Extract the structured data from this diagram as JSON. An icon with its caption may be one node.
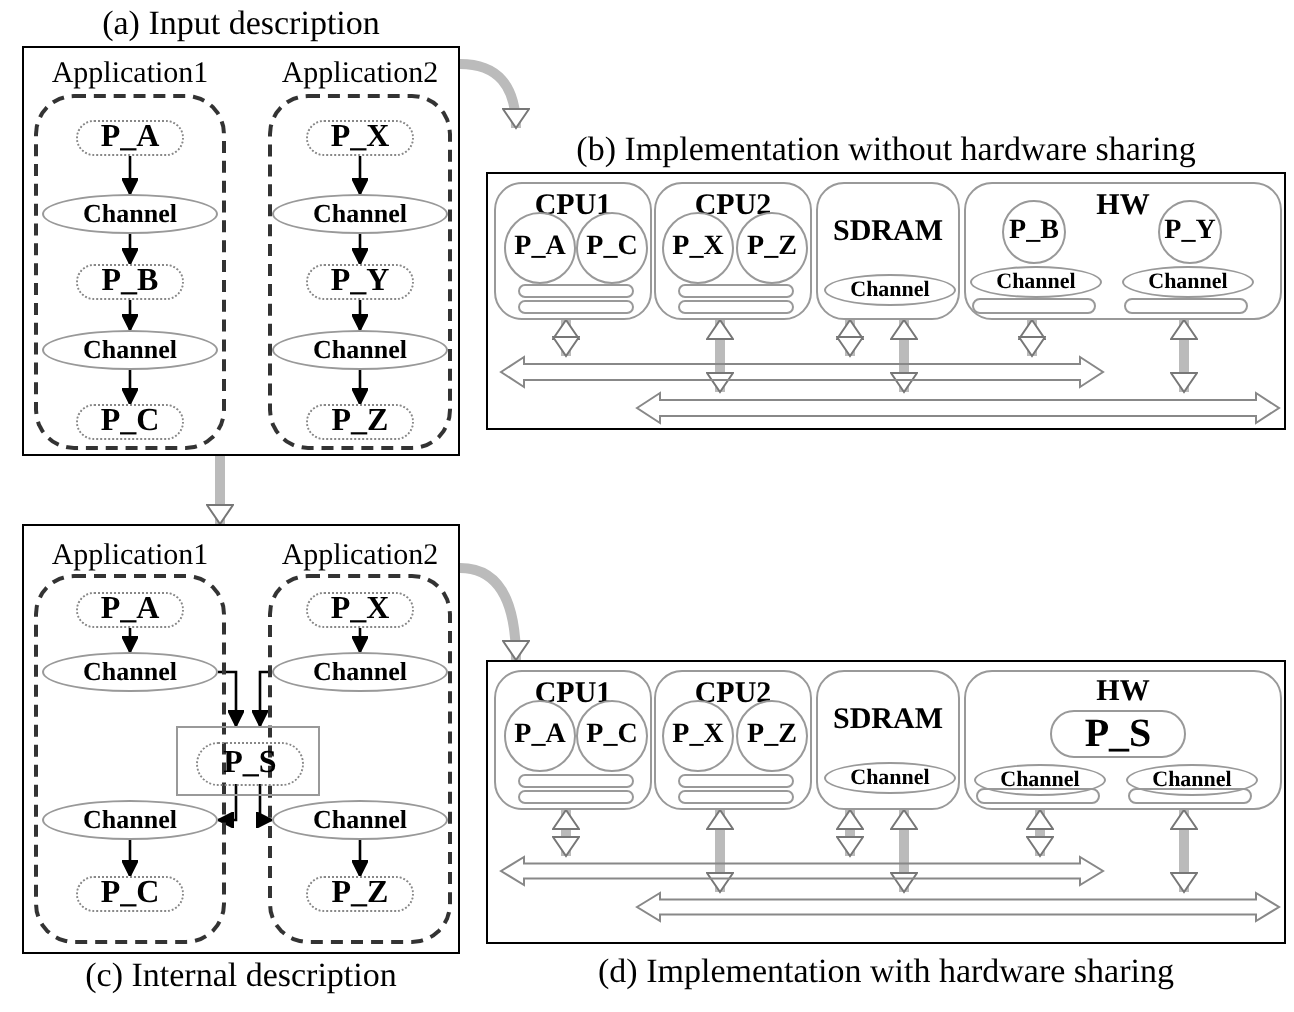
{
  "diagram": {
    "nodes": [
      {
        "text": [
          "(a) Input description"
        ]
      },
      {
        "text": [
          "Application1"
        ],
        "in": 0
      },
      {
        "text": [
          "P_A"
        ],
        "in": 1
      },
      {
        "text": [
          "Channel"
        ],
        "in": 1
      },
      {
        "text": [
          "P_B"
        ],
        "in": 1
      },
      {
        "text": [
          "Channel"
        ],
        "in": 1
      },
      {
        "text": [
          "P_C"
        ],
        "in": 1
      },
      {
        "text": [
          "Application2"
        ],
        "in": 0
      },
      {
        "text": [
          "P_X"
        ],
        "in": 7
      },
      {
        "text": [
          "Channel"
        ],
        "in": 7
      },
      {
        "text": [
          "P_Y"
        ],
        "in": 7
      },
      {
        "text": [
          "Channel"
        ],
        "in": 7
      },
      {
        "text": [
          "P_Z"
        ],
        "in": 7
      },
      {
        "text": [
          "(b) Implementation without hardware sharing"
        ]
      },
      {
        "text": [
          "CPU1"
        ],
        "in": 13
      },
      {
        "text": [
          "P_A"
        ],
        "in": 14
      },
      {
        "text": [
          "P_C"
        ],
        "in": 14
      },
      {
        "text": [
          "CPU2"
        ],
        "in": 13
      },
      {
        "text": [
          "P_X"
        ],
        "in": 17
      },
      {
        "text": [
          "P_Z"
        ],
        "in": 17
      },
      {
        "text": [
          "SDRAM"
        ],
        "in": 13
      },
      {
        "text": [
          "Channel"
        ],
        "in": 20
      },
      {
        "text": [
          "HW"
        ],
        "in": 13
      },
      {
        "text": [
          "P_B"
        ],
        "in": 22
      },
      {
        "text": [
          "Channel"
        ],
        "in": 22
      },
      {
        "text": [
          "P_Y"
        ],
        "in": 22
      },
      {
        "text": [
          "Channel"
        ],
        "in": 22
      },
      {
        "text": [],
        "shape": "bar",
        "in": 13
      },
      {
        "text": [],
        "shape": "bar",
        "in": 13
      },
      {
        "text": [
          "(c) Internal description"
        ]
      },
      {
        "text": [
          "Application1"
        ],
        "in": 29
      },
      {
        "text": [
          "P_A"
        ],
        "in": 30
      },
      {
        "text": [
          "Channel"
        ],
        "in": 30
      },
      {
        "text": [
          "Channel"
        ],
        "in": 30
      },
      {
        "text": [
          "P_C"
        ],
        "in": 30
      },
      {
        "text": [
          "Application2"
        ],
        "in": 29
      },
      {
        "text": [
          "P_X"
        ],
        "in": 35
      },
      {
        "text": [
          "Channel"
        ],
        "in": 35
      },
      {
        "text": [
          "Channel"
        ],
        "in": 35
      },
      {
        "text": [
          "P_Z"
        ],
        "in": 35
      },
      {
        "text": [],
        "shape": "box",
        "in": 29
      },
      {
        "text": [
          "P_S"
        ],
        "in": 40
      },
      {
        "text": [
          "(d) Implementation with hardware sharing"
        ]
      },
      {
        "text": [
          "CPU1"
        ],
        "in": 42
      },
      {
        "text": [
          "P_A"
        ],
        "in": 43
      },
      {
        "text": [
          "P_C"
        ],
        "in": 43
      },
      {
        "text": [
          "CPU2"
        ],
        "in": 42
      },
      {
        "text": [
          "P_X"
        ],
        "in": 46
      },
      {
        "text": [
          "P_Z"
        ],
        "in": 46
      },
      {
        "text": [
          "SDRAM"
        ],
        "in": 42
      },
      {
        "text": [
          "Channel"
        ],
        "in": 49
      },
      {
        "text": [
          "HW"
        ],
        "in": 42
      },
      {
        "text": [
          "P_S"
        ],
        "in": 51
      },
      {
        "text": [
          "Channel"
        ],
        "in": 51
      },
      {
        "text": [
          "Channel"
        ],
        "in": 51
      },
      {
        "text": [],
        "shape": "bar",
        "in": 42
      },
      {
        "text": [],
        "shape": "bar",
        "in": 42
      }
    ],
    "edges": [
      {
        "from": 2,
        "to": 3,
        "arrow": "to"
      },
      {
        "from": 3,
        "to": 4,
        "arrow": "to"
      },
      {
        "from": 4,
        "to": 5,
        "arrow": "to"
      },
      {
        "from": 5,
        "to": 6,
        "arrow": "to"
      },
      {
        "from": 8,
        "to": 9,
        "arrow": "to"
      },
      {
        "from": 9,
        "to": 10,
        "arrow": "to"
      },
      {
        "from": 10,
        "to": 11,
        "arrow": "to"
      },
      {
        "from": 11,
        "to": 12,
        "arrow": "to"
      },
      {
        "from": 0,
        "to": 13,
        "arrow": "to",
        "style": "thick",
        "color": "#bbbbbb"
      },
      {
        "from": 0,
        "to": 29,
        "arrow": "to",
        "style": "thick",
        "color": "#bbbbbb"
      },
      {
        "from": 14,
        "to": 27,
        "arrow": "both",
        "style": "thick",
        "color": "#bbbbbb"
      },
      {
        "from": 17,
        "to": 28,
        "arrow": "both",
        "style": "thick",
        "color": "#bbbbbb"
      },
      {
        "from": 20,
        "to": 27,
        "arrow": "both",
        "style": "thick",
        "color": "#bbbbbb"
      },
      {
        "from": 20,
        "to": 28,
        "arrow": "both",
        "style": "thick",
        "color": "#bbbbbb"
      },
      {
        "from": 22,
        "to": 27,
        "arrow": "both",
        "style": "thick",
        "color": "#bbbbbb"
      },
      {
        "from": 22,
        "to": 28,
        "arrow": "both",
        "style": "thick",
        "color": "#bbbbbb"
      },
      {
        "from": 31,
        "to": 32,
        "arrow": "to"
      },
      {
        "from": 32,
        "to": 40,
        "arrow": "to"
      },
      {
        "from": 36,
        "to": 37,
        "arrow": "to"
      },
      {
        "from": 37,
        "to": 40,
        "arrow": "to"
      },
      {
        "from": 41,
        "to": 33,
        "arrow": "to"
      },
      {
        "from": 41,
        "to": 38,
        "arrow": "to"
      },
      {
        "from": 33,
        "to": 34,
        "arrow": "to"
      },
      {
        "from": 38,
        "to": 39,
        "arrow": "to"
      },
      {
        "from": 29,
        "to": 42,
        "arrow": "to",
        "style": "thick",
        "color": "#bbbbbb"
      },
      {
        "from": 43,
        "to": 55,
        "arrow": "both",
        "style": "thick",
        "color": "#bbbbbb"
      },
      {
        "from": 46,
        "to": 56,
        "arrow": "both",
        "style": "thick",
        "color": "#bbbbbb"
      },
      {
        "from": 49,
        "to": 55,
        "arrow": "both",
        "style": "thick",
        "color": "#bbbbbb"
      },
      {
        "from": 49,
        "to": 56,
        "arrow": "both",
        "style": "thick",
        "color": "#bbbbbb"
      },
      {
        "from": 51,
        "to": 55,
        "arrow": "both",
        "style": "thick",
        "color": "#bbbbbb"
      },
      {
        "from": 51,
        "to": 56,
        "arrow": "both",
        "style": "thick",
        "color": "#bbbbbb"
      }
    ]
  }
}
